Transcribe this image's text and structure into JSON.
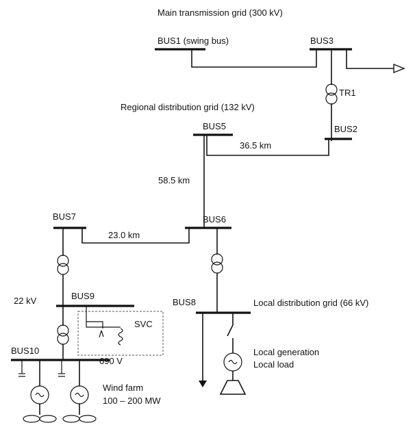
{
  "diagram": {
    "titles": {
      "main_grid": "Main transmission grid (300 kV)",
      "regional_grid": "Regional distribution grid (132 kV)",
      "local_grid": "Local distribution  grid (66 kV)"
    },
    "buses": {
      "bus1": "BUS1 (swing bus)",
      "bus2": "BUS2",
      "bus3": "BUS3",
      "bus5": "BUS5",
      "bus6": "BUS6",
      "bus7": "BUS7",
      "bus8": "BUS8",
      "bus9": "BUS9",
      "bus10": "BUS10"
    },
    "transformers": {
      "tr1": "TR1"
    },
    "lines": {
      "bus2_bus5": "36.5 km",
      "bus5_bus6": "58.5 km",
      "bus6_bus7": "23.0 km"
    },
    "voltages": {
      "bus9": "22 kV",
      "bus10": "690 V"
    },
    "svc": "SVC",
    "wind_farm": {
      "name": "Wind farm",
      "capacity": "100 – 200 MW"
    },
    "local": {
      "generation": "Local generation",
      "load": "Local load"
    }
  }
}
